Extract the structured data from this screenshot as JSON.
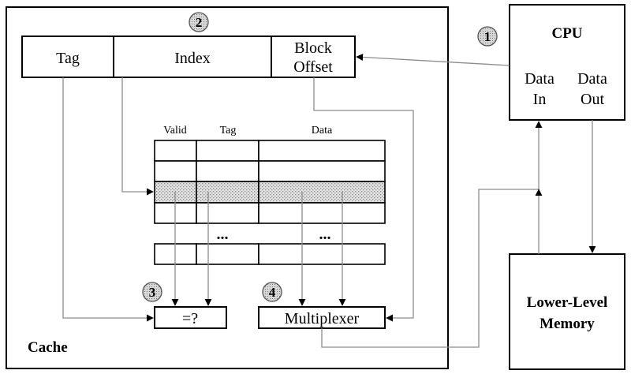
{
  "address": {
    "tag_label": "Tag",
    "index_label": "Index",
    "block_offset_line1": "Block",
    "block_offset_line2": "Offset"
  },
  "cache_array": {
    "col_valid": "Valid",
    "col_tag": "Tag",
    "col_data": "Data",
    "ellipsis": "..."
  },
  "comparator": {
    "label": "=?"
  },
  "multiplexer": {
    "label": "Multiplexer"
  },
  "cache": {
    "label": "Cache"
  },
  "cpu": {
    "title": "CPU",
    "data_in_line1": "Data",
    "data_in_line2": "In",
    "data_out_line1": "Data",
    "data_out_line2": "Out"
  },
  "memory": {
    "line1": "Lower-Level",
    "line2": "Memory"
  },
  "steps": [
    "1",
    "2",
    "3",
    "4"
  ]
}
